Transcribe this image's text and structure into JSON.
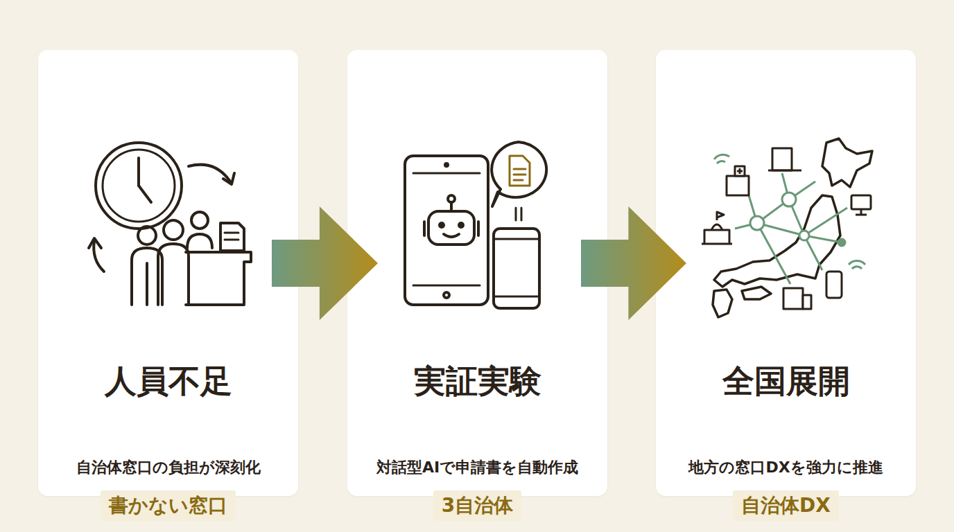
{
  "diagram": {
    "nodes": [
      {
        "text": [
          "人員不足",
          "自治体窓口の負担が深刻化",
          "書かない窓口"
        ]
      },
      {
        "text": [
          "実証実験",
          "対話型AIで申請書を自動作成",
          "3自治体"
        ]
      },
      {
        "text": [
          "全国展開",
          "地方の窓口DXを強力に推進",
          "自治体DX"
        ]
      }
    ],
    "edges": [
      {
        "from": 0,
        "to": 1,
        "arrow": "to"
      },
      {
        "from": 1,
        "to": 2,
        "arrow": "to"
      }
    ]
  }
}
